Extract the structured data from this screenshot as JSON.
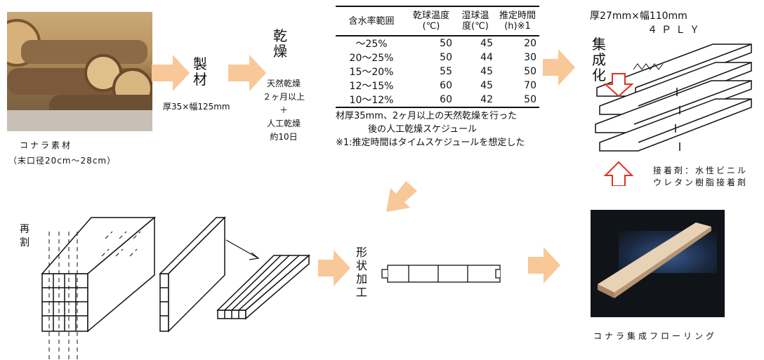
{
  "photo_logs": {
    "caption_line1": "コナラ素材",
    "caption_line2": "（末口径20cm～28cm）"
  },
  "step_sawing": {
    "label": "製材",
    "size": "厚35×幅125mm"
  },
  "step_drying": {
    "label": "乾燥",
    "line1": "天然乾燥",
    "line2": "２ヶ月以上",
    "plus": "＋",
    "line3": "人工乾燥",
    "line4": "約10日"
  },
  "drying_table": {
    "headers": [
      "含水率範囲",
      "乾球温度(℃)",
      "湿球温度(℃)",
      "推定時間(h)※1"
    ],
    "rows": [
      [
        "～25%",
        "50",
        "45",
        "20"
      ],
      [
        "20～25%",
        "50",
        "44",
        "30"
      ],
      [
        "15～20%",
        "55",
        "45",
        "50"
      ],
      [
        "12～15%",
        "60",
        "45",
        "70"
      ],
      [
        "10～12%",
        "60",
        "42",
        "50"
      ]
    ],
    "note1": "材厚35mm、2ヶ月以上の天然乾燥を行った",
    "note2": "後の人工乾燥スケジュール",
    "note3": "※1:推定時間はタイムスケジュールを想定した"
  },
  "laminating": {
    "size": "厚27mm×幅110mm",
    "ply": "４ＰＬＹ",
    "label": "集成化",
    "adhesive1": "接着剤：水性ビニル",
    "adhesive2": "ウレタン樹脂接着剤"
  },
  "resawing": {
    "label": "再割"
  },
  "shaping": {
    "label": "形状加工"
  },
  "product": {
    "caption": "コナラ集成フローリング"
  },
  "colors": {
    "arrow": "#f8c898",
    "press_arrow": "#e23020"
  }
}
